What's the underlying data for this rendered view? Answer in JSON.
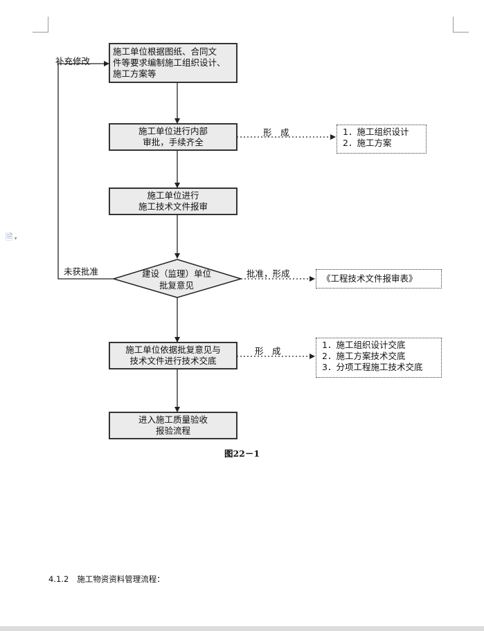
{
  "flowchart": {
    "steps": [
      {
        "lines": [
          "施工单位根据图纸、合同文",
          "件等要求编制施工组织设计、",
          "施工方案等"
        ]
      },
      {
        "lines": [
          "施工单位进行内部",
          "审批，手续齐全"
        ]
      },
      {
        "lines": [
          "施工单位进行",
          "施工技术文件报审"
        ]
      },
      {
        "lines": [
          "施工单位依据批复意见与",
          "技术文件进行技术交底"
        ]
      },
      {
        "lines": [
          "进入施工质量验收",
          "报验流程"
        ]
      }
    ],
    "decision": {
      "lines": [
        "建设（监理）单位",
        "批复意见"
      ]
    },
    "labels": {
      "revise": "补充修改",
      "not_approved": "未获批准",
      "form_1": "形　成",
      "approve_form": "批准，形成",
      "form_2": "形　成"
    },
    "notes": {
      "note1": [
        "1．施工组织设计",
        "2．施工方案"
      ],
      "note2": [
        "《工程技术文件报审表》"
      ],
      "note3": [
        "1．施工组织设计交底",
        "2．施工方案技术交底",
        "3．分项工程施工技术交底"
      ]
    }
  },
  "caption": "图22－1",
  "section": {
    "number": "4.1.2",
    "title": "施工物资资料管理流程："
  }
}
